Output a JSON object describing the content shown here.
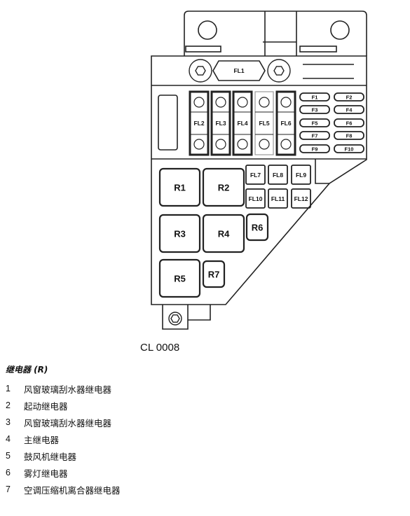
{
  "diagram": {
    "fusible_links": [
      "FL1",
      "FL2",
      "FL3",
      "FL4",
      "FL5",
      "FL6",
      "FL7",
      "FL8",
      "FL9",
      "FL10",
      "FL11",
      "FL12"
    ],
    "fuses": [
      "F1",
      "F2",
      "F3",
      "F4",
      "F5",
      "F6",
      "F7",
      "F8",
      "F9",
      "F10"
    ],
    "relays": [
      "R1",
      "R2",
      "R3",
      "R4",
      "R5",
      "R6",
      "R7"
    ],
    "caption": "CL 0008"
  },
  "legend": {
    "heading": "继电器 (R)",
    "items": [
      {
        "num": "1",
        "text": "风窗玻璃刮水器继电器"
      },
      {
        "num": "2",
        "text": "起动继电器"
      },
      {
        "num": "3",
        "text": "风窗玻璃刮水器继电器"
      },
      {
        "num": "4",
        "text": "主继电器"
      },
      {
        "num": "5",
        "text": "鼓风机继电器"
      },
      {
        "num": "6",
        "text": "雾灯继电器"
      },
      {
        "num": "7",
        "text": "空调压缩机离合器继电器"
      }
    ]
  }
}
